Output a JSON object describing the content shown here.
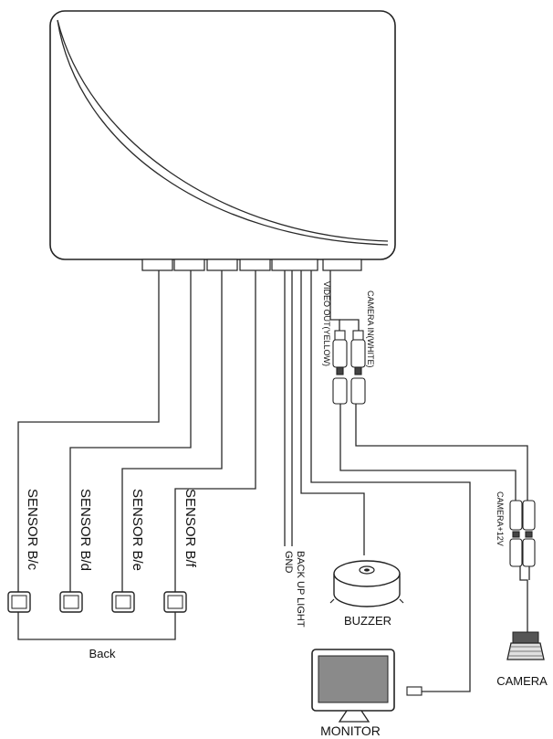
{
  "labels": {
    "sensor_c": "SENSOR B/c",
    "sensor_d": "SENSOR B/d",
    "sensor_e": "SENSOR B/e",
    "sensor_f": "SENSOR B/f",
    "back": "Back",
    "back_up_light": "BACK UP LIGHT",
    "gnd": "GND",
    "video_out": "VIDEO OUT(YELLOW)",
    "camera_in": "CAMERA IN(WHITE)",
    "camera_12v": "CAMERA+12V",
    "buzzer": "BUZZER",
    "monitor": "MONITOR",
    "camera": "CAMERA"
  }
}
